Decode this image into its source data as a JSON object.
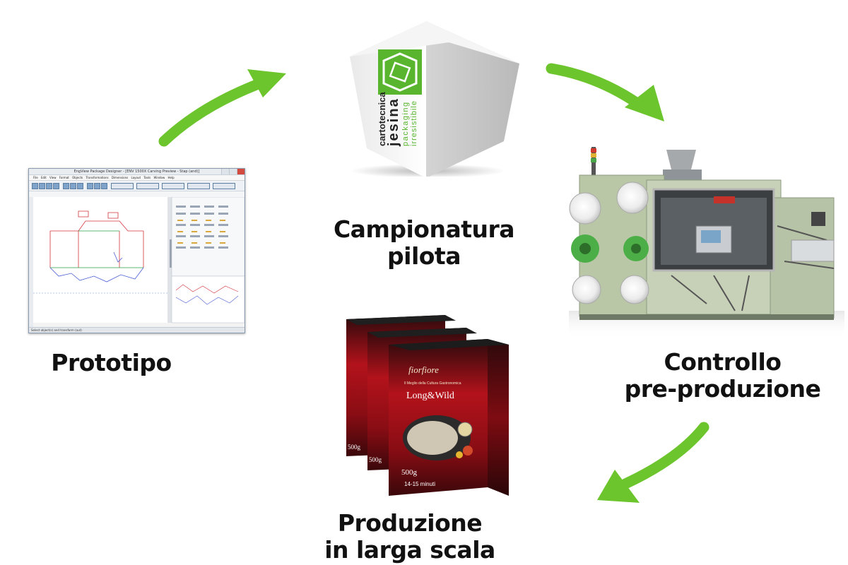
{
  "stages": [
    {
      "id": "prototipo",
      "lines": [
        "Prototipo"
      ]
    },
    {
      "id": "campionatura",
      "lines": [
        "Campionatura",
        "pilota"
      ]
    },
    {
      "id": "controllo",
      "lines": [
        "Controllo",
        "pre-produzione"
      ]
    },
    {
      "id": "produzione",
      "lines": [
        "Produzione",
        "in larga scala"
      ]
    }
  ],
  "screenshot": {
    "title": "EngView Package Designer - [ENV 1500X Carving Preview - Stap (and)]",
    "menu": "File  Edit  View  Format  Objects  Transformations  Dimensions  Layout  Tools  Window  Help",
    "status": "Select object(s) and transform (out)"
  },
  "logo": {
    "line1": "cartotecnica",
    "line2": "jesina",
    "line3": "packaging",
    "line4": "irresistibile"
  },
  "box": {
    "brand": "fiorfiore",
    "tagline": "Il Meglio della Cultura Gastronomica",
    "product": "Long&Wild",
    "weight": "500g",
    "time": "14-15 minuti"
  },
  "colors": {
    "arrow": "#6cc52d",
    "logo_green": "#58b52d",
    "box_red": "#b3121b",
    "machine_green": "#b9c7a6"
  }
}
